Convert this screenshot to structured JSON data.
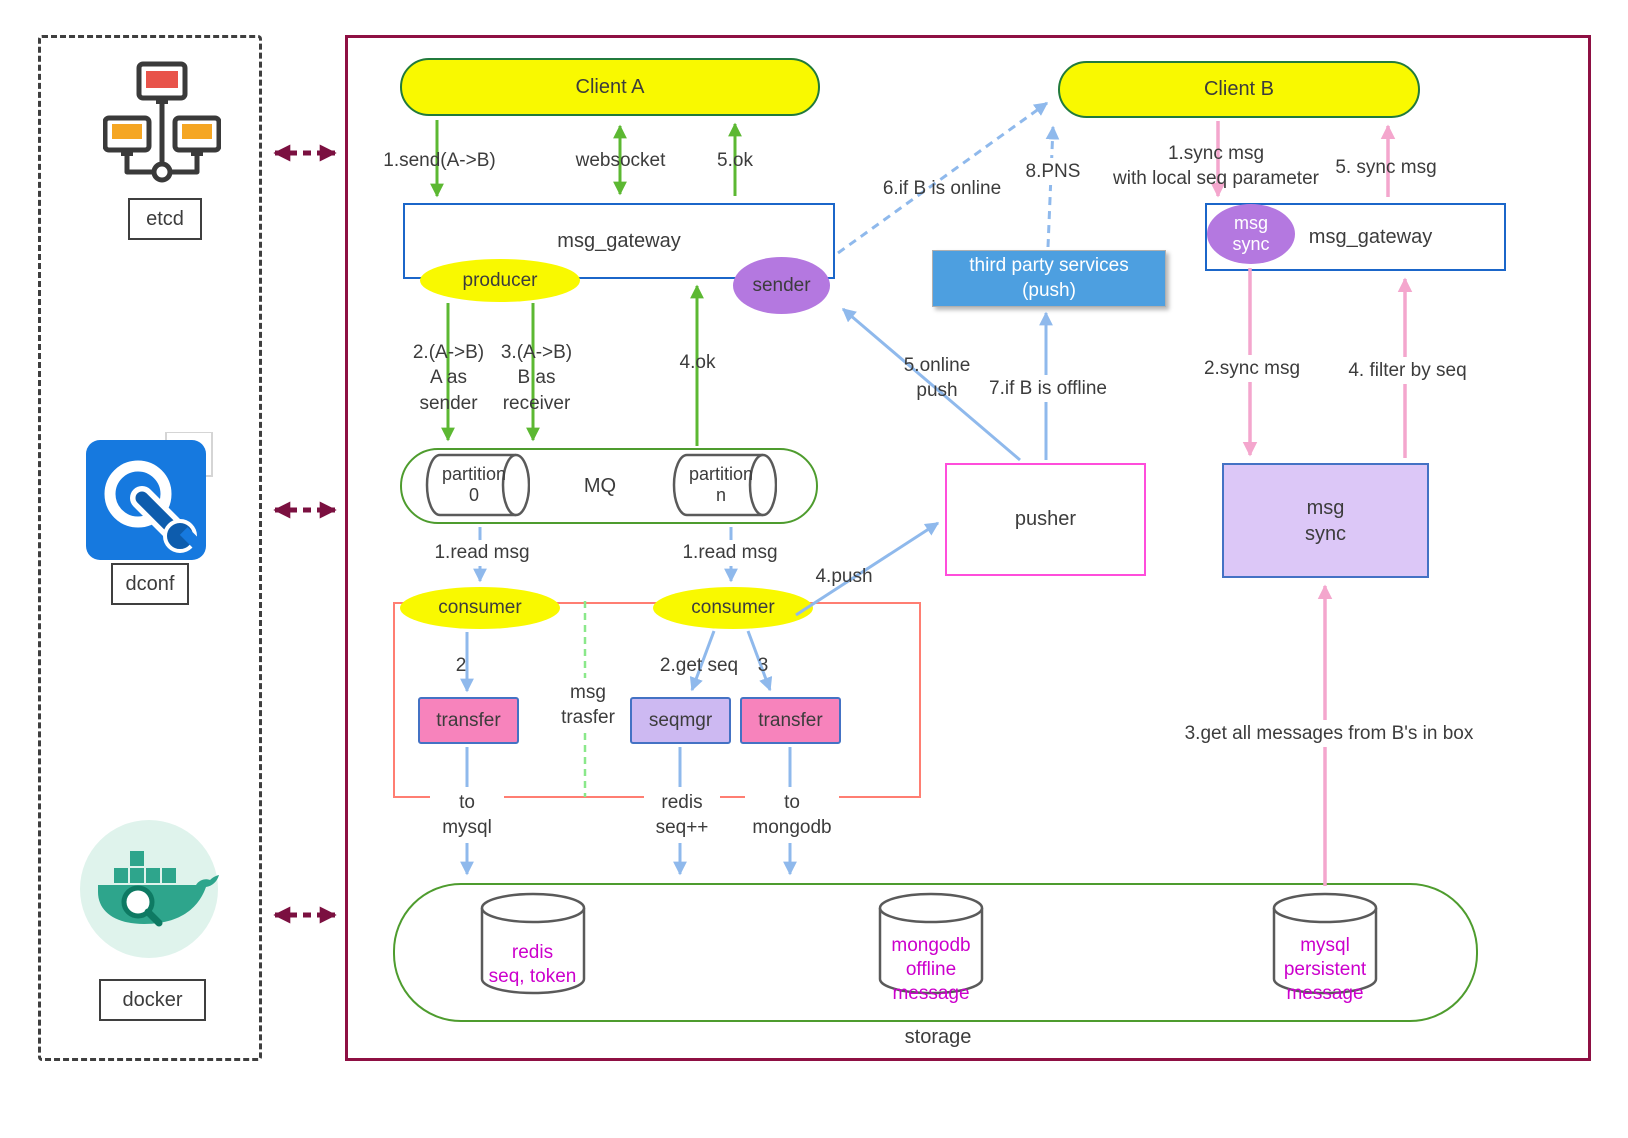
{
  "palette": {
    "main_border": "#8E1043",
    "yellow_node": "#F9F900",
    "green_arrow": "#5CB832",
    "blue_arrow": "#8FB9EC",
    "pink_arrow": "#F4A6CD",
    "purple_node": "#B478E0",
    "light_purple_fill": "#DCC7F7",
    "pink_fill": "#F783BC",
    "pusher_border": "#FF4DDB",
    "pipeline_border": "#FF7E72",
    "service_blue": "#4D9FE0",
    "db_text_magenta": "#CC00CC",
    "maroon_arrow": "#7B1040"
  },
  "left_panel": {
    "etcd": {
      "label": "etcd",
      "icon": "etcd-cluster-icon"
    },
    "dconf": {
      "label": "dconf",
      "icon": "dconf-settings-icon"
    },
    "docker": {
      "label": "docker",
      "icon": "docker-whale-icon"
    }
  },
  "clients": {
    "client_a": "Client A",
    "client_b": "Client B"
  },
  "gateway_a": {
    "title": "msg_gateway",
    "producer": "producer",
    "sender": "sender"
  },
  "gateway_b": {
    "title": "msg_gateway",
    "msg_sync_ellipse": "msg\nsync"
  },
  "mq": {
    "title": "MQ",
    "partition0": "partition\n0",
    "partition_n": "partition\nn"
  },
  "consumers": {
    "left": "consumer",
    "right": "consumer"
  },
  "boxes": {
    "transfer_left": "transfer",
    "seqmgr": "seqmgr",
    "transfer_right": "transfer",
    "pusher": "pusher",
    "third_party": "third party services\n(push)",
    "msg_sync_box": "msg\nsync"
  },
  "storage": {
    "title": "storage",
    "redis": "redis\nseq, token",
    "mongodb": "mongodb\noffline\nmessage",
    "mysql": "mysql\npersistent\nmessage"
  },
  "labels": {
    "send_ab": "1.send(A->B)",
    "websocket": "websocket",
    "ok5": "5.ok",
    "a_as_sender": "2.(A->B)\nA as\nsender",
    "b_as_receiver": "3.(A->B)\nB as\nreceiver",
    "ok4": "4.ok",
    "read_msg_left": "1.read msg",
    "read_msg_right": "1.read msg",
    "step2": "2",
    "msg_trasfer": "msg\ntrasfer",
    "get_seq": "2.get seq",
    "step3": "3",
    "push4": "4.push",
    "online_push": "5.online\npush",
    "if_b_online": "6.if B is online",
    "if_b_offline": "7.if B is offline",
    "pns": "8.PNS",
    "sync_msg_down": "1.sync msg\nwith local seq parameter",
    "sync_msg_up": "5. sync msg",
    "sync_msg2": "2.sync msg",
    "filter_by_seq": "4. filter by seq",
    "get_all_messages": "3.get all messages from B's in box",
    "to_mysql": "to\nmysql",
    "redis_seq": "redis\nseq++",
    "to_mongodb": "to\nmongodb"
  }
}
